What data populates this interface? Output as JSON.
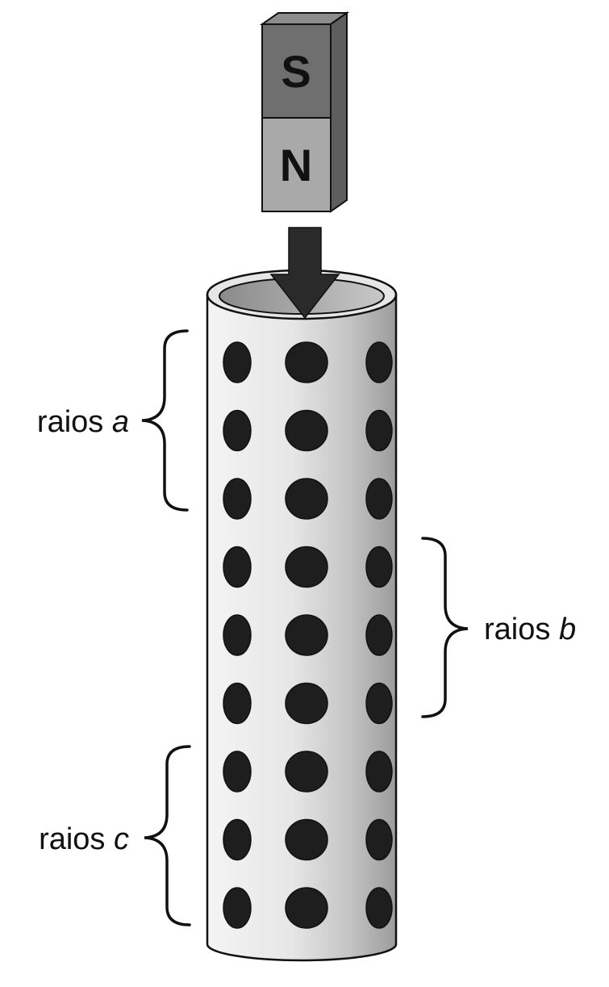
{
  "magnet": {
    "top_pole": "S",
    "bottom_pole": "N"
  },
  "groups": [
    {
      "word": "raios",
      "letter": "a",
      "side": "left"
    },
    {
      "word": "raios",
      "letter": "b",
      "side": "right"
    },
    {
      "word": "raios",
      "letter": "c",
      "side": "left"
    }
  ],
  "tube": {
    "rows": 9,
    "columns": 3
  },
  "colors": {
    "magnet_south": "#6f6f6f",
    "magnet_north": "#a9a9a9",
    "arrow": "#2a2a2a",
    "hole": "#1e1e1e",
    "outline": "#111111"
  }
}
